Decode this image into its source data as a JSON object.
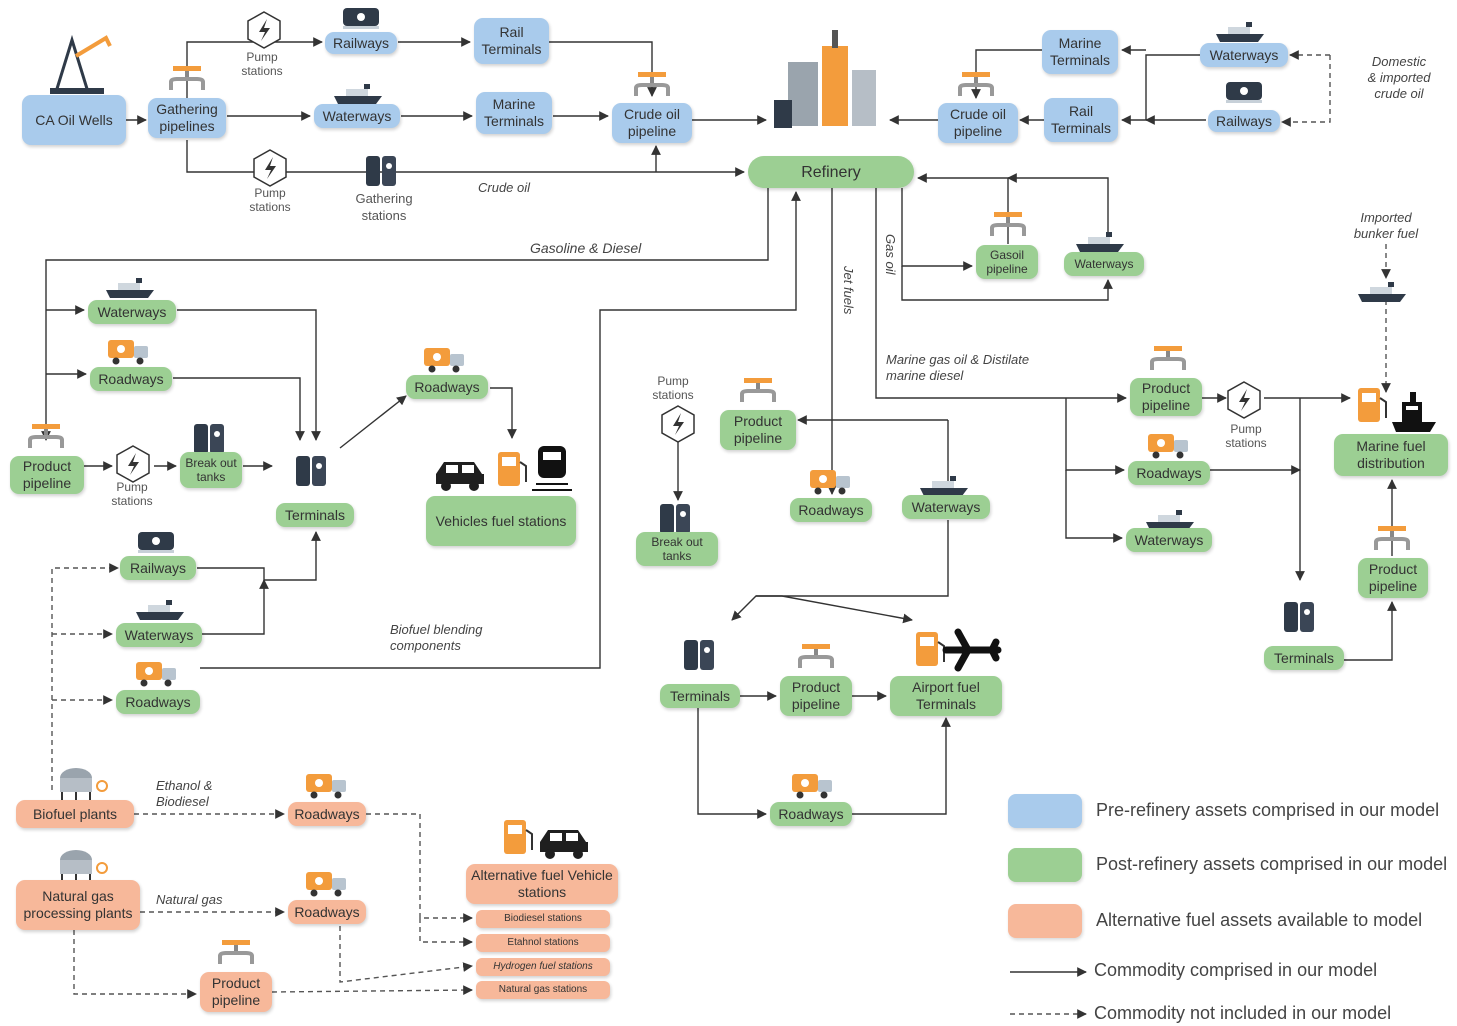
{
  "nodes": {
    "ca_oil_wells": "CA Oil Wells",
    "gathering_pipelines": "Gathering pipelines",
    "railways_pre": "Railways",
    "rail_terminals_pre": "Rail Terminals",
    "waterways_pre": "Waterways",
    "marine_terminals_pre": "Marine Terminals",
    "crude_oil_pipeline_left": "Crude oil pipeline",
    "refinery": "Refinery",
    "crude_oil_pipeline_right": "Crude oil pipeline",
    "marine_terminals_right": "Marine Terminals",
    "rail_terminals_right": "Rail Terminals",
    "waterways_import": "Waterways",
    "railways_import": "Railways",
    "gasoil_pipeline": "Gasoil pipeline",
    "waterways_gasoil": "Waterways",
    "waterways_gd": "Waterways",
    "roadways_gd": "Roadways",
    "product_pipeline_gd": "Product pipeline",
    "break_out_tanks_gd": "Break out tanks",
    "terminals_gd": "Terminals",
    "roadways_to_vehicles": "Roadways",
    "vehicles_fuel_stations": "Vehicles fuel stations",
    "railways_bio": "Railways",
    "waterways_bio": "Waterways",
    "roadways_bio": "Roadways",
    "product_pipeline_jet": "Product pipeline",
    "break_out_tanks_jet": "Break out tanks",
    "roadways_jet": "Roadways",
    "waterways_jet": "Waterways",
    "terminals_jet": "Terminals",
    "product_pipeline_jet2": "Product pipeline",
    "airport_fuel_terminals": "Airport fuel Terminals",
    "roadways_jet2": "Roadways",
    "product_pipeline_marine": "Product pipeline",
    "roadways_marine": "Roadways",
    "waterways_marine": "Waterways",
    "marine_fuel_distribution": "Marine fuel distribution",
    "product_pipeline_marine2": "Product pipeline",
    "terminals_marine": "Terminals",
    "biofuel_plants": "Biofuel plants",
    "roadways_ethanol": "Roadways",
    "natural_gas_plants": "Natural gas processing plants",
    "roadways_ng": "Roadways",
    "product_pipeline_ng": "Product pipeline",
    "alt_vehicle_stations": "Alternative fuel Vehicle stations",
    "biodiesel_stations": "Biodiesel stations",
    "ethanol_stations": "Etahnol stations",
    "hydrogen_stations": "Hydrogen fuel stations",
    "natural_gas_stations": "Natural gas stations"
  },
  "labels": {
    "pump_stations": "Pump stations",
    "gathering_stations": "Gathering stations",
    "crude_oil": "Crude oil",
    "domestic_imported": "Domestic & imported crude oil",
    "gasoline_diesel": "Gasoline & Diesel",
    "gas_oil": "Gas oil",
    "jet_fuels": "Jet fuels",
    "marine_gas_oil": "Marine gas oil & Distilate marine diesel",
    "imported_bunker": "Imported bunker fuel",
    "biofuel_blending": "Biofuel blending components",
    "ethanol_biodiesel": "Ethanol & Biodiesel",
    "natural_gas": "Natural gas"
  },
  "legend": {
    "pre": "Pre-refinery assets comprised in our model",
    "post": "Post-refinery assets comprised in our model",
    "alt": "Alternative fuel assets available to model",
    "solid": "Commodity comprised in our model",
    "dashed": "Commodity not included in our model"
  },
  "colors": {
    "pre_refinery": "#a9cbec",
    "post_refinery": "#9ccf93",
    "alternative": "#f7b89a",
    "line": "#333333",
    "accent_orange": "#f39c3c"
  },
  "icons": [
    "oil-derrick-icon",
    "pipeline-valve-icon",
    "pump-station-icon",
    "rail-tank-car-icon",
    "ship-icon",
    "tanker-truck-icon",
    "storage-tank-icon",
    "refinery-icon",
    "fuel-pump-icon",
    "car-icon",
    "train-icon",
    "airplane-icon",
    "cargo-ship-icon",
    "processing-plant-icon"
  ]
}
